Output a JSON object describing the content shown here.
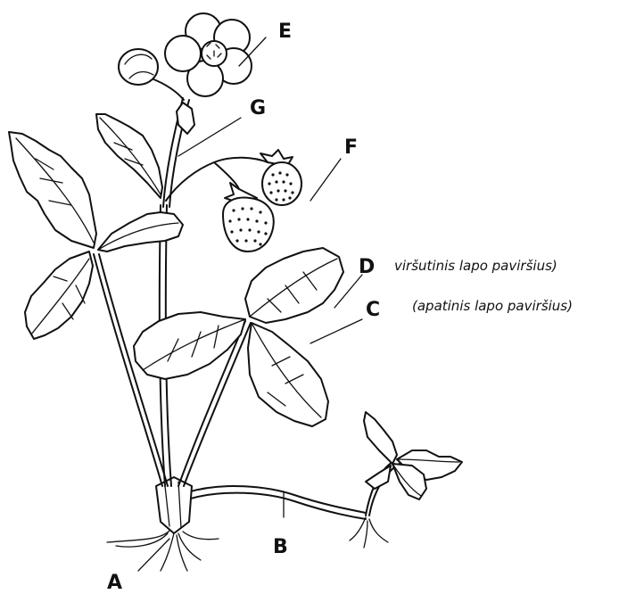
{
  "labels": {
    "A": "A",
    "B": "B",
    "C": "C",
    "D": "D",
    "E": "E",
    "F": "F",
    "G": "G"
  },
  "notes": {
    "upper_surface": "viršutinis lapo paviršius)",
    "lower_surface": "(apatinis lapo paviršius)"
  }
}
